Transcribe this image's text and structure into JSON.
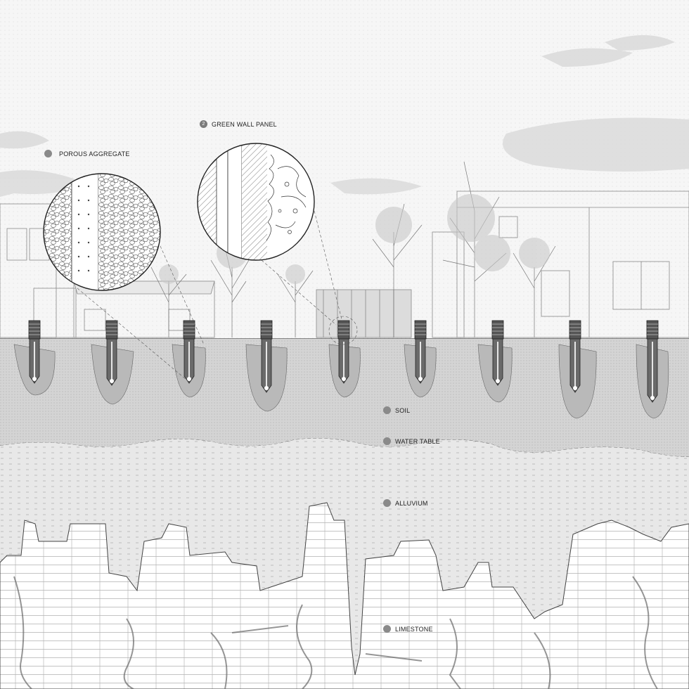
{
  "labels": {
    "green_wall_panel": {
      "number": "2",
      "text": "GREEN WALL PANEL"
    },
    "porous_aggregate": "POROUS AGGREGATE",
    "soil": "SOIL",
    "water_table": "WATER TABLE",
    "alluvium": "ALLUVIUM",
    "limestone": "LIMESTONE"
  },
  "colors": {
    "sky": "#f4f4f4",
    "soil": "#cfcfcf",
    "alluvium": "#e6e6e6",
    "limestone": "#ffffff",
    "line": "#555555",
    "marker": "#8a8a8a"
  },
  "icons": [
    "marker-dot",
    "number-badge"
  ],
  "infiltration_columns": 9
}
